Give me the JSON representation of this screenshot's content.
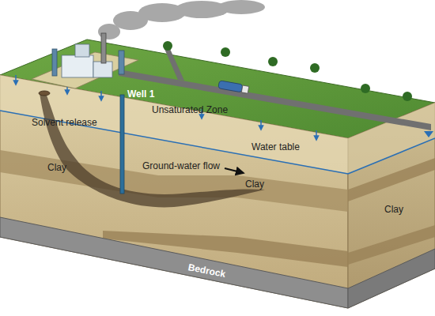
{
  "diagram": {
    "labels": [
      "Well 1",
      "Solvent release",
      "Unsaturated Zone",
      "Clay",
      "Ground-water flow",
      "Water table",
      "Clay",
      "Clay",
      "Bedrock"
    ]
  }
}
